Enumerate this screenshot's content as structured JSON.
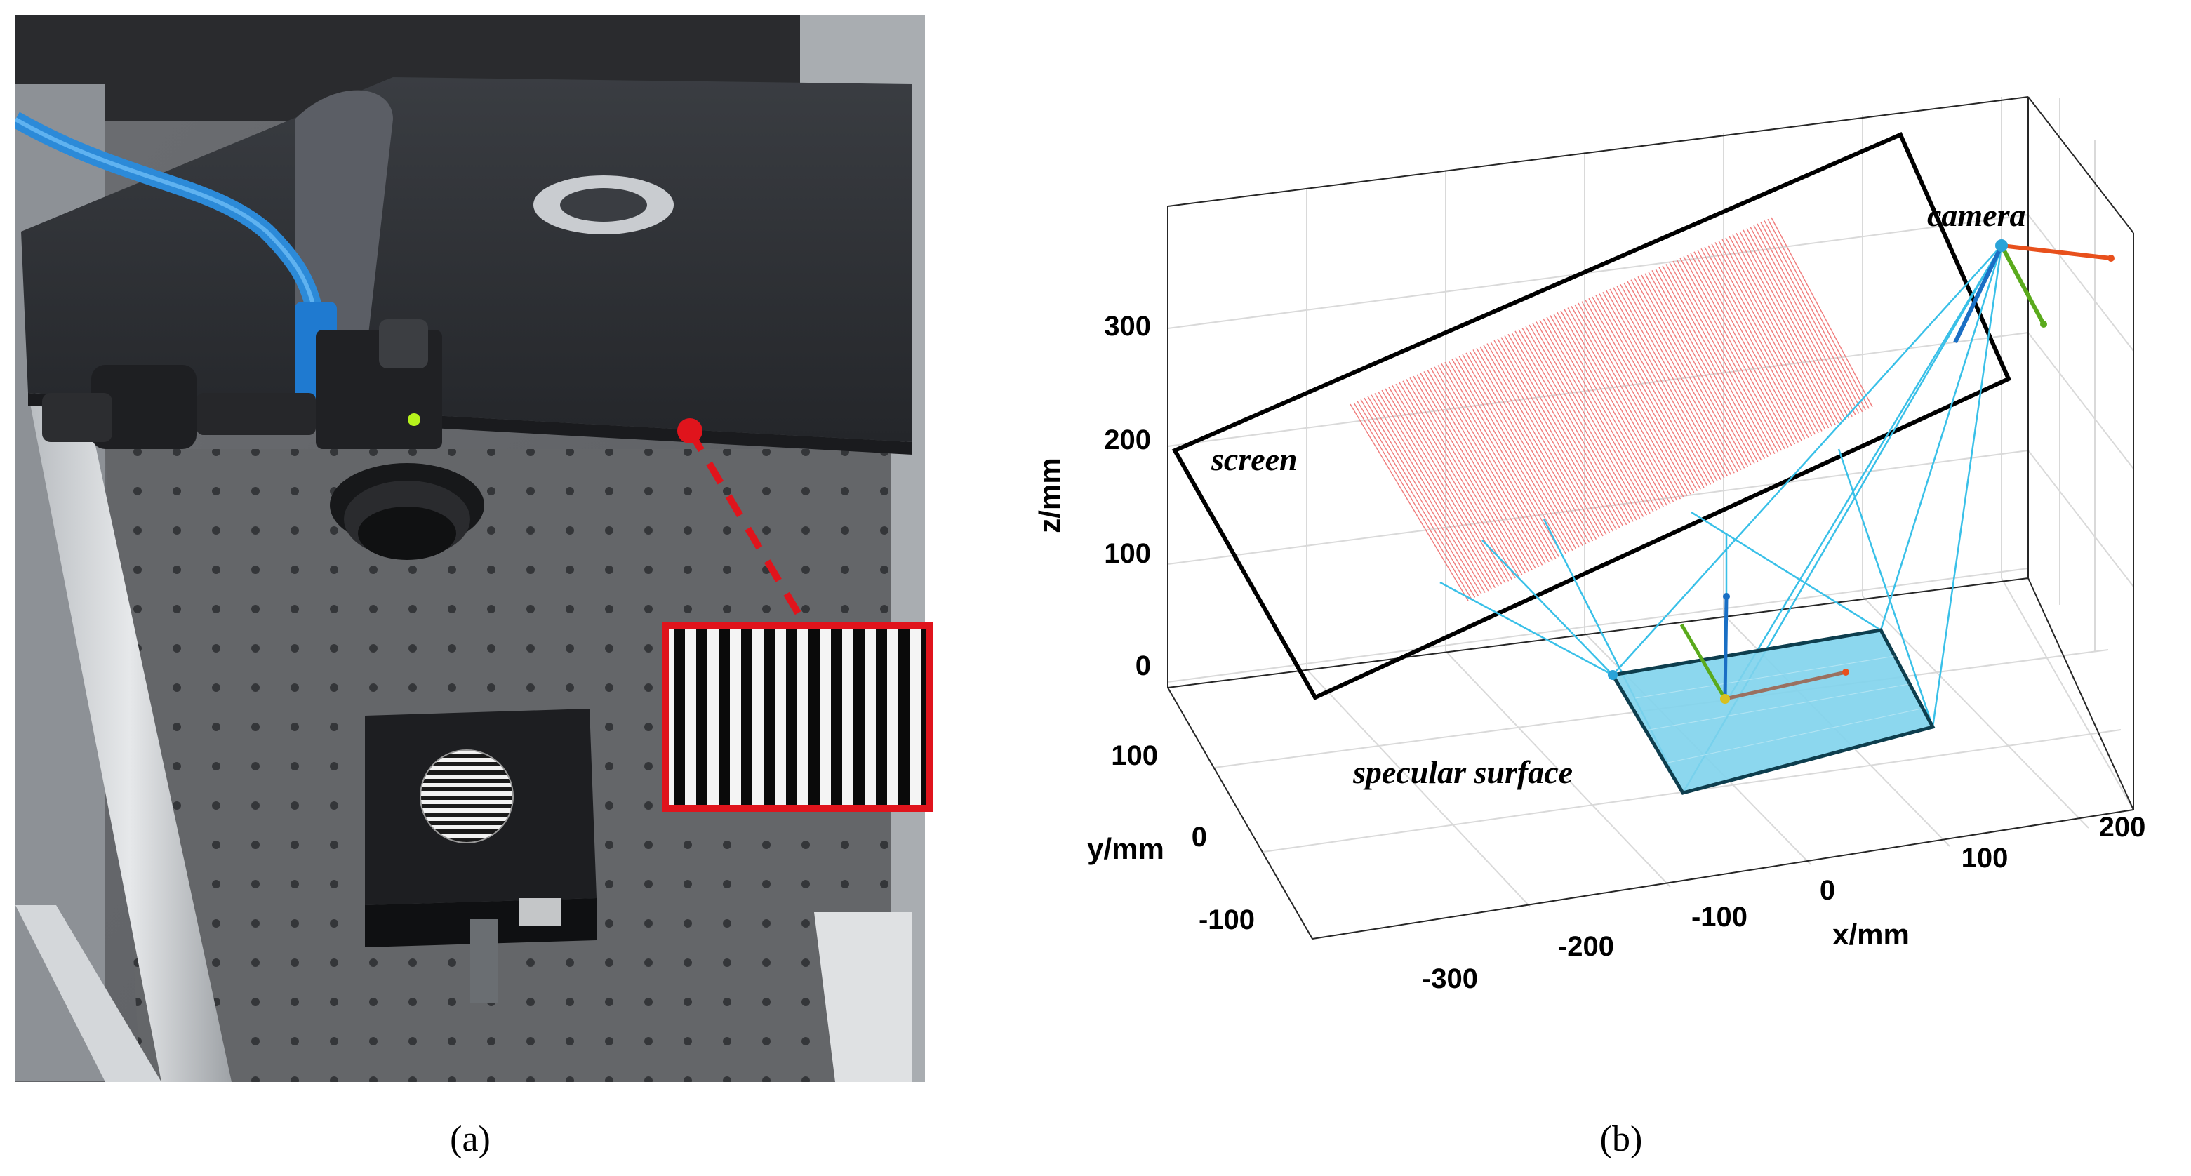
{
  "panels": {
    "a": {
      "caption": "(a)"
    },
    "b": {
      "caption": "(b)"
    }
  },
  "plot3d": {
    "xlabel": "x/mm",
    "ylabel": "y/mm",
    "zlabel": "z/mm",
    "x_ticks": [
      "-300",
      "-200",
      "-100",
      "0",
      "100",
      "200"
    ],
    "y_ticks": [
      "100",
      "0",
      "-100"
    ],
    "z_ticks": [
      "300",
      "200",
      "100",
      "0"
    ],
    "labels": {
      "screen": "screen",
      "camera": "camera",
      "specular": "specular surface"
    },
    "grid": true,
    "colors": {
      "screen_outline": "#000000",
      "fringe_lines": "#f07c7c",
      "rays": "#39c0e8",
      "surface_fill": "#7fd3ec",
      "axis_x": "#e8501c",
      "axis_y": "#5aaa1c",
      "axis_z": "#1a6fc4",
      "camera_point": "#2aa3d8"
    }
  },
  "photo": {
    "fringe_inset_stripes": 12,
    "colors": {
      "inset_border": "#e0141c",
      "pointer_line": "#e0141c"
    }
  }
}
